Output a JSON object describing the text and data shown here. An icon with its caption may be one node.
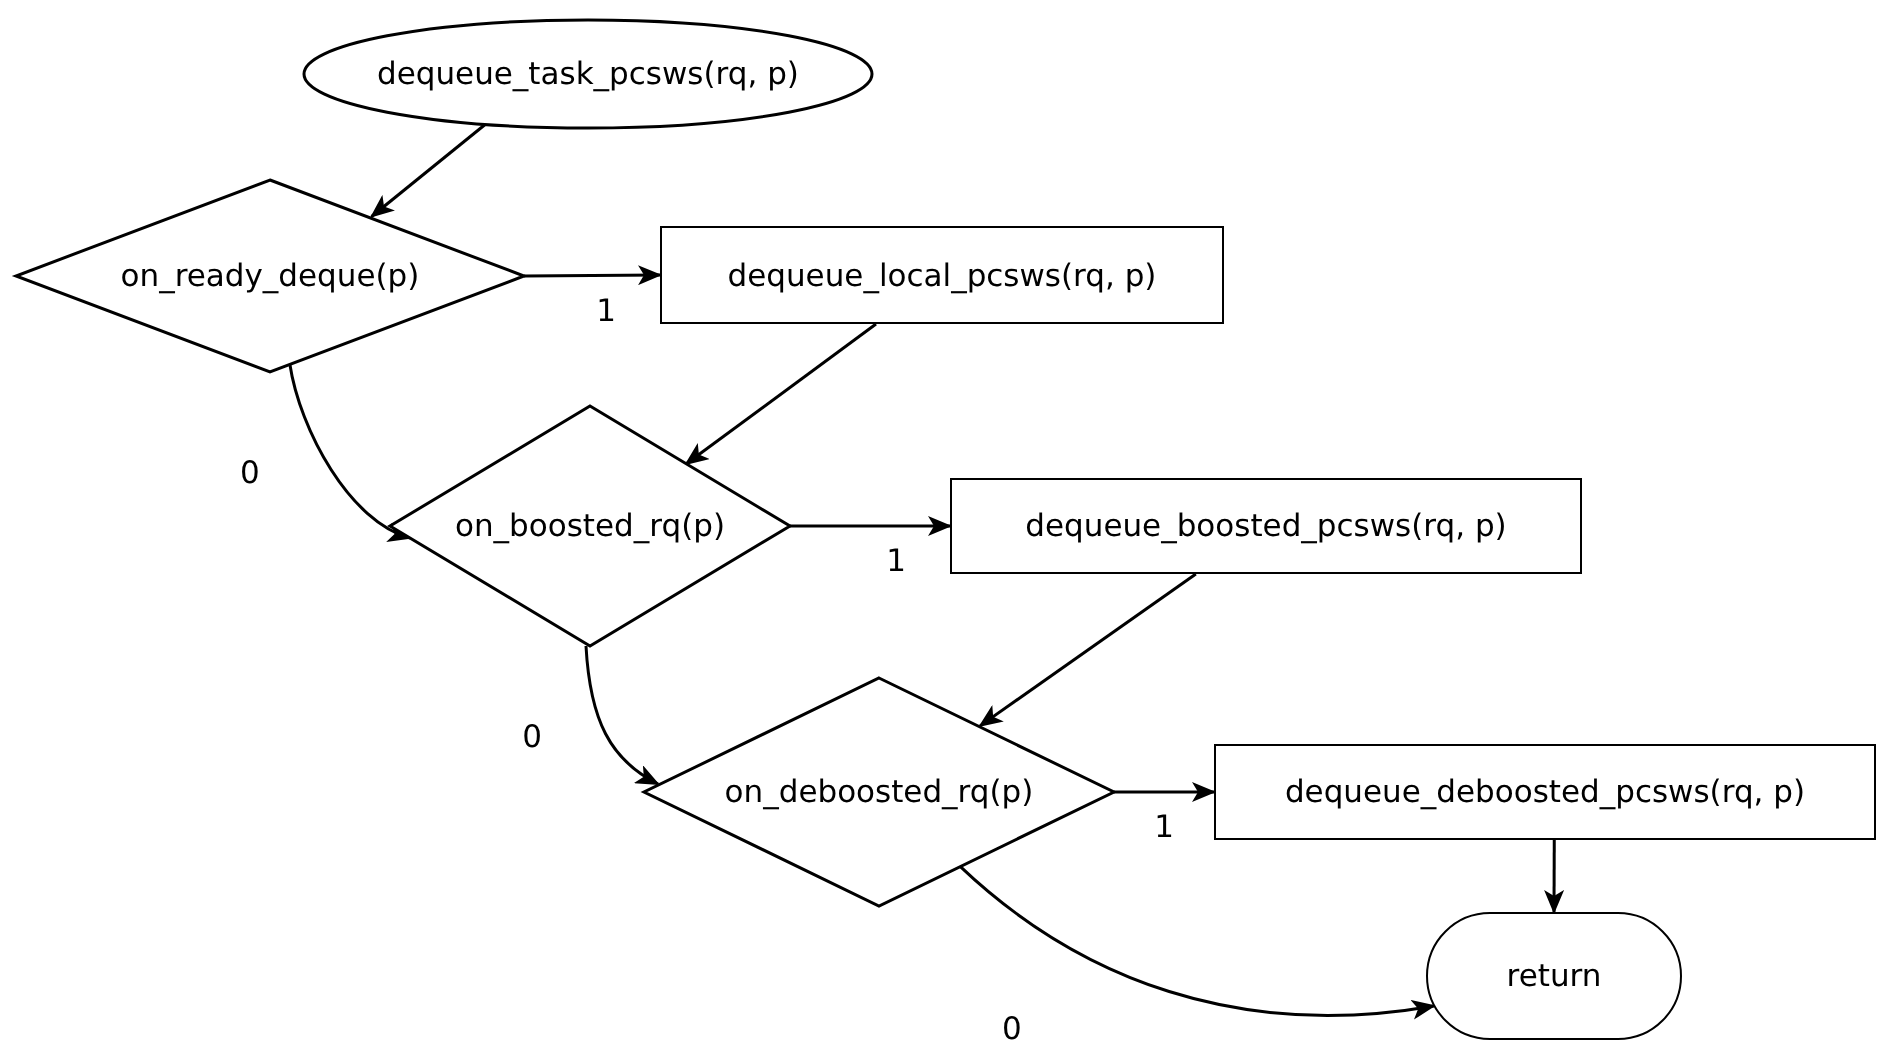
{
  "diagram": {
    "nodes": [
      {
        "text": [
          "dequeue_task_pcsws(rq, p)"
        ]
      },
      {
        "text": [
          "on_ready_deque(p)"
        ]
      },
      {
        "text": [
          "dequeue_local_pcsws(rq, p)"
        ]
      },
      {
        "text": [
          "on_boosted_rq(p)"
        ]
      },
      {
        "text": [
          "dequeue_boosted_pcsws(rq, p)"
        ]
      },
      {
        "text": [
          "on_deboosted_rq(p)"
        ]
      },
      {
        "text": [
          "dequeue_deboosted_pcsws(rq, p)"
        ]
      },
      {
        "text": [
          "return"
        ]
      }
    ],
    "edges": [
      {
        "from": 0,
        "to": 1,
        "arrow": "to"
      },
      {
        "from": 1,
        "to": 2,
        "arrow": "to",
        "label": "1"
      },
      {
        "from": 1,
        "to": 3,
        "arrow": "to",
        "label": "0"
      },
      {
        "from": 2,
        "to": 3,
        "arrow": "to"
      },
      {
        "from": 3,
        "to": 4,
        "arrow": "to",
        "label": "1"
      },
      {
        "from": 3,
        "to": 5,
        "arrow": "to",
        "label": "0"
      },
      {
        "from": 4,
        "to": 5,
        "arrow": "to"
      },
      {
        "from": 5,
        "to": 6,
        "arrow": "to",
        "label": "1"
      },
      {
        "from": 6,
        "to": 7,
        "arrow": "to"
      },
      {
        "from": 5,
        "to": 7,
        "arrow": "to",
        "label": "0"
      }
    ]
  }
}
